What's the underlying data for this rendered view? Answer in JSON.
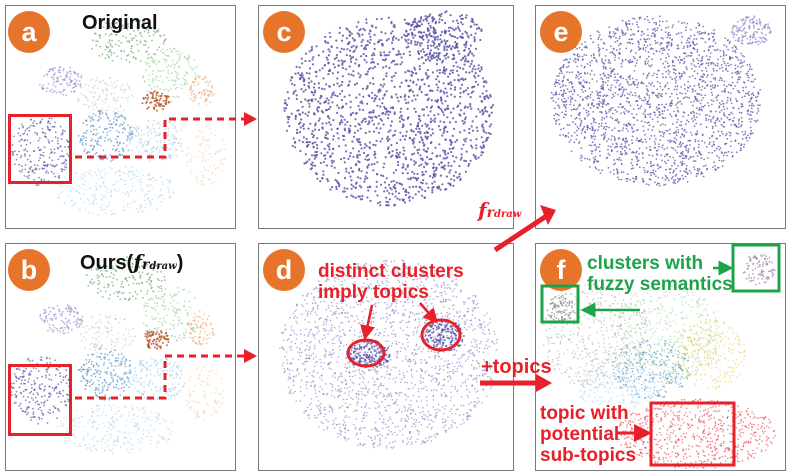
{
  "panels": {
    "a": {
      "badge": "a",
      "title": "Original"
    },
    "b": {
      "badge": "b",
      "title_prefix": "Ours(",
      "title_f": "f",
      "title_r": "r",
      "title_sub": "draw",
      "title_suffix": ")"
    },
    "c": {
      "badge": "c"
    },
    "d": {
      "badge": "d",
      "annotation_line1": "distinct clusters",
      "annotation_line2": "imply topics"
    },
    "e": {
      "badge": "e"
    },
    "f": {
      "badge": "f",
      "annotation_green_line1": "clusters with",
      "annotation_green_line2": "fuzzy semantics",
      "annotation_red_line1": "topic with",
      "annotation_red_line2": "potential",
      "annotation_red_line3": "sub-topics"
    }
  },
  "arrows": {
    "fr_label_f": "f",
    "fr_label_r": "r",
    "fr_label_sub": "draw",
    "topics_label": "+topics"
  },
  "colors": {
    "badge": "#e6742b",
    "red": "#e8202a",
    "green": "#1fa34a",
    "dots": "#5b55a8"
  }
}
